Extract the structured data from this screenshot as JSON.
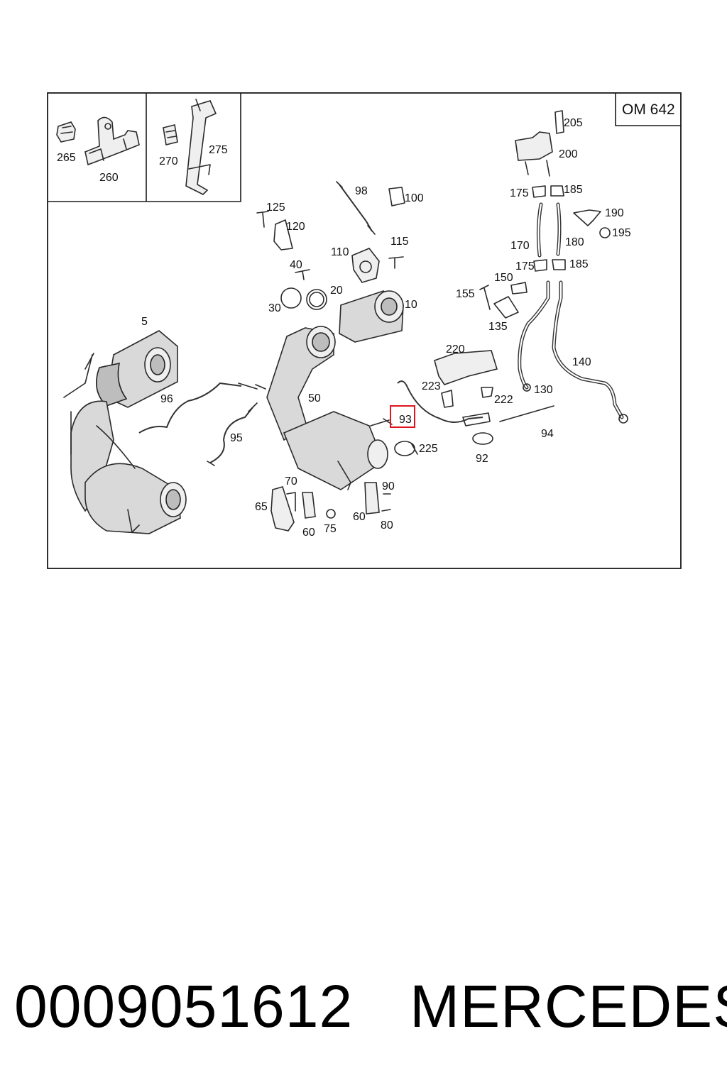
{
  "engine_code": "OM 642",
  "highlighted_callout": "93",
  "highlight_color": "#e0141e",
  "callouts": [
    "5",
    "10",
    "20",
    "30",
    "40",
    "50",
    "60",
    "60",
    "65",
    "70",
    "75",
    "80",
    "90",
    "92",
    "93",
    "94",
    "95",
    "96",
    "98",
    "100",
    "110",
    "115",
    "120",
    "125",
    "130",
    "135",
    "140",
    "150",
    "155",
    "170",
    "175",
    "175",
    "180",
    "185",
    "185",
    "190",
    "195",
    "200",
    "205",
    "220",
    "222",
    "223",
    "225",
    "260",
    "265",
    "270",
    "275"
  ],
  "footer": {
    "part_number": "0009051612",
    "brand": "MERCEDES"
  }
}
